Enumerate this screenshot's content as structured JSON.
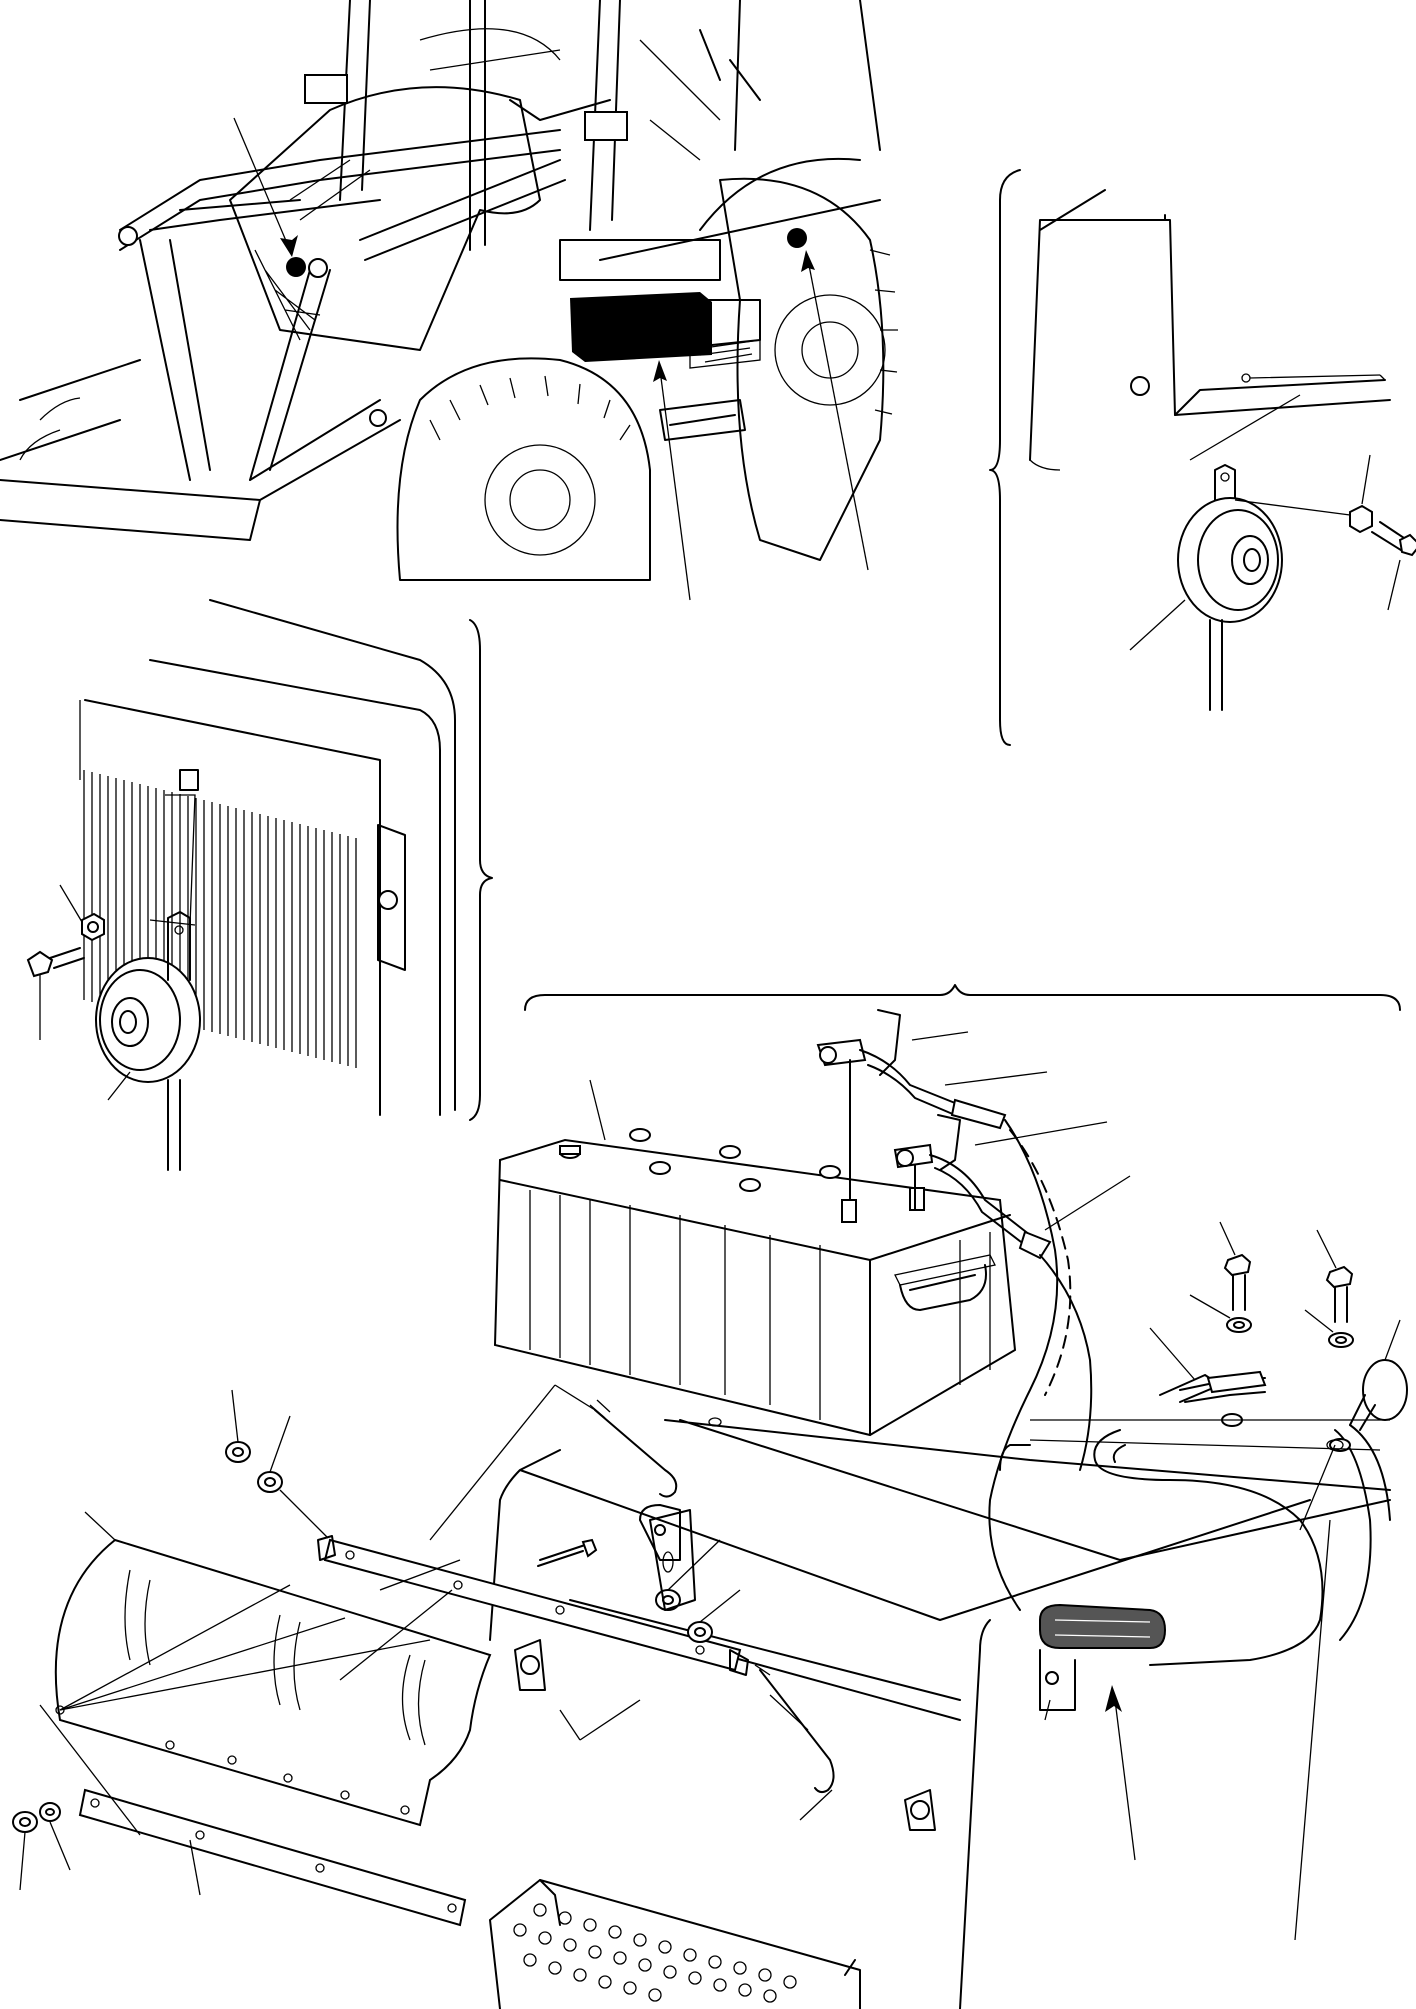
{
  "diagram": {
    "views": [
      {
        "id": "machine-overview"
      },
      {
        "id": "horn-detail-right"
      },
      {
        "id": "horn-detail-left"
      },
      {
        "id": "battery-installation"
      }
    ],
    "callout_labels": []
  }
}
